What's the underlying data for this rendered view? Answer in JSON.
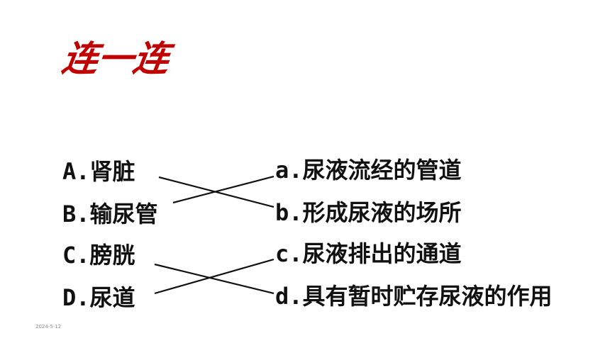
{
  "title": "连一连",
  "left_items": [
    {
      "letter": "A.",
      "text": "肾脏"
    },
    {
      "letter": "B.",
      "text": "输尿管"
    },
    {
      "letter": "C.",
      "text": "膀胱"
    },
    {
      "letter": "D.",
      "text": "尿道"
    }
  ],
  "right_items": [
    {
      "letter": "a.",
      "text": "尿液流经的管道"
    },
    {
      "letter": "b.",
      "text": "形成尿液的场所"
    },
    {
      "letter": "c.",
      "text": "尿液排出的通道"
    },
    {
      "letter": "d.",
      "text": "具有暂时贮存尿液的作用"
    }
  ],
  "matches": [
    {
      "from": "A",
      "to": "b"
    },
    {
      "from": "B",
      "to": "a"
    },
    {
      "from": "C",
      "to": "d"
    },
    {
      "from": "D",
      "to": "c"
    }
  ],
  "footer": {
    "date": "2024-5-12"
  },
  "colors": {
    "title": "#c00000",
    "text": "#111111",
    "line": "#111111"
  }
}
